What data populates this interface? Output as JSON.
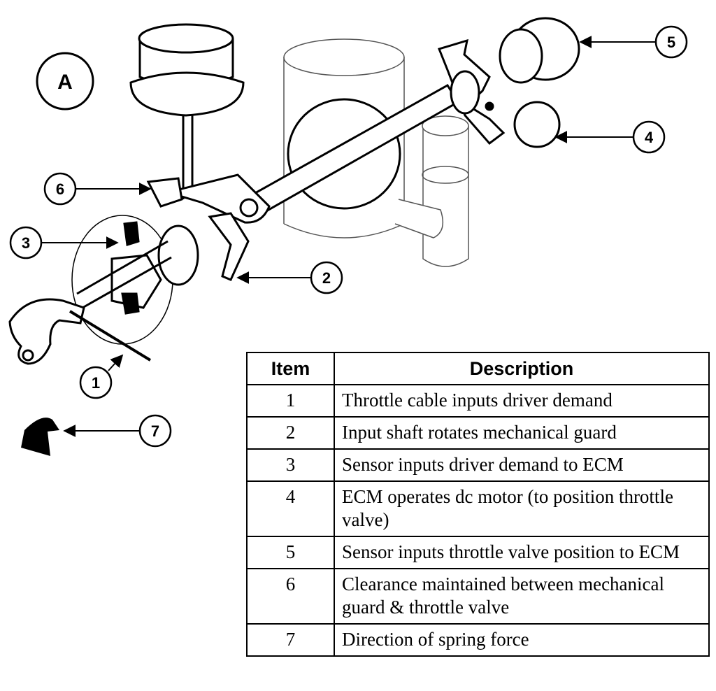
{
  "badge": "A",
  "callouts": [
    "1",
    "2",
    "3",
    "4",
    "5",
    "6",
    "7"
  ],
  "table": {
    "headers": {
      "item": "Item",
      "description": "Description"
    },
    "rows": [
      {
        "item": "1",
        "description": "Throttle cable inputs driver demand"
      },
      {
        "item": "2",
        "description": "Input shaft rotates mechanical guard"
      },
      {
        "item": "3",
        "description": "Sensor inputs driver demand to ECM"
      },
      {
        "item": "4",
        "description": "ECM operates dc motor (to position throttle valve)"
      },
      {
        "item": "5",
        "description": "Sensor inputs throttle valve position to ECM"
      },
      {
        "item": "6",
        "description": "Clearance maintained between mechanical guard & throttle valve"
      },
      {
        "item": "7",
        "description": "Direction of spring force"
      }
    ]
  }
}
